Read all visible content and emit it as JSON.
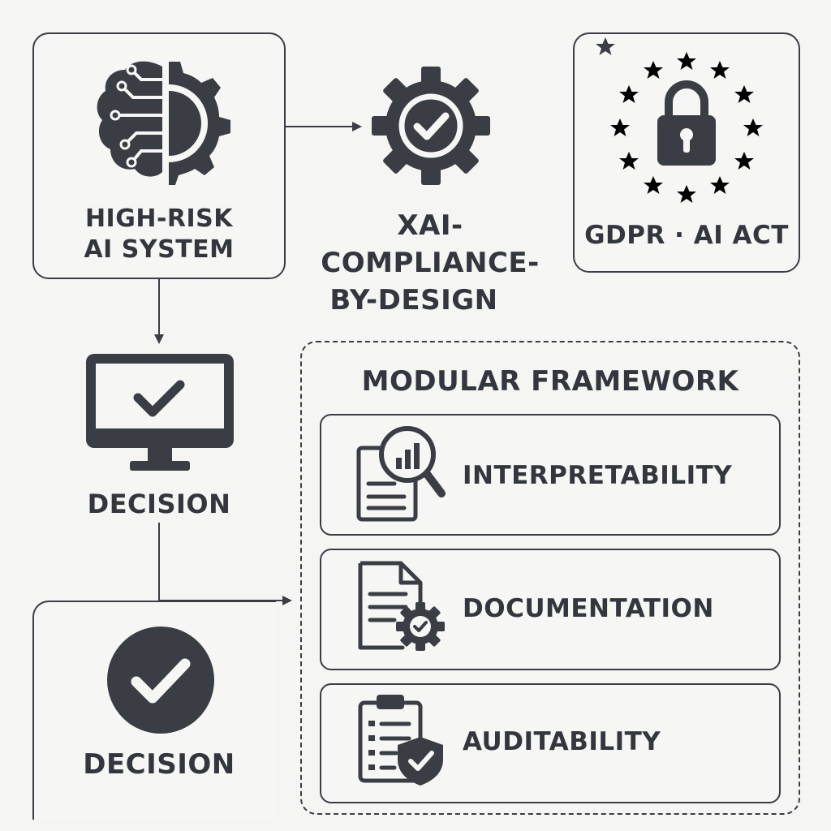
{
  "high_risk": {
    "line1": "HIGH-RISK",
    "line2": "AI SYSTEM"
  },
  "xai": {
    "line1": "XAI-",
    "line2": "COMPLIANCE-",
    "line3": "BY-DESIGN"
  },
  "regulation": {
    "label": "GDPR · AI ACT"
  },
  "decision_monitor": {
    "label": "DECISION"
  },
  "decision_final": {
    "label": "DECISION"
  },
  "framework": {
    "title": "MODULAR FRAMEWORK",
    "modules": [
      {
        "label": "INTERPRETABILITY",
        "icon": "document-magnifier-chart-icon"
      },
      {
        "label": "DOCUMENTATION",
        "icon": "document-gear-check-icon"
      },
      {
        "label": "AUDITABILITY",
        "icon": "clipboard-shield-check-icon"
      }
    ]
  },
  "colors": {
    "ink": "#3a3e44",
    "background": "#f5f5f4"
  }
}
